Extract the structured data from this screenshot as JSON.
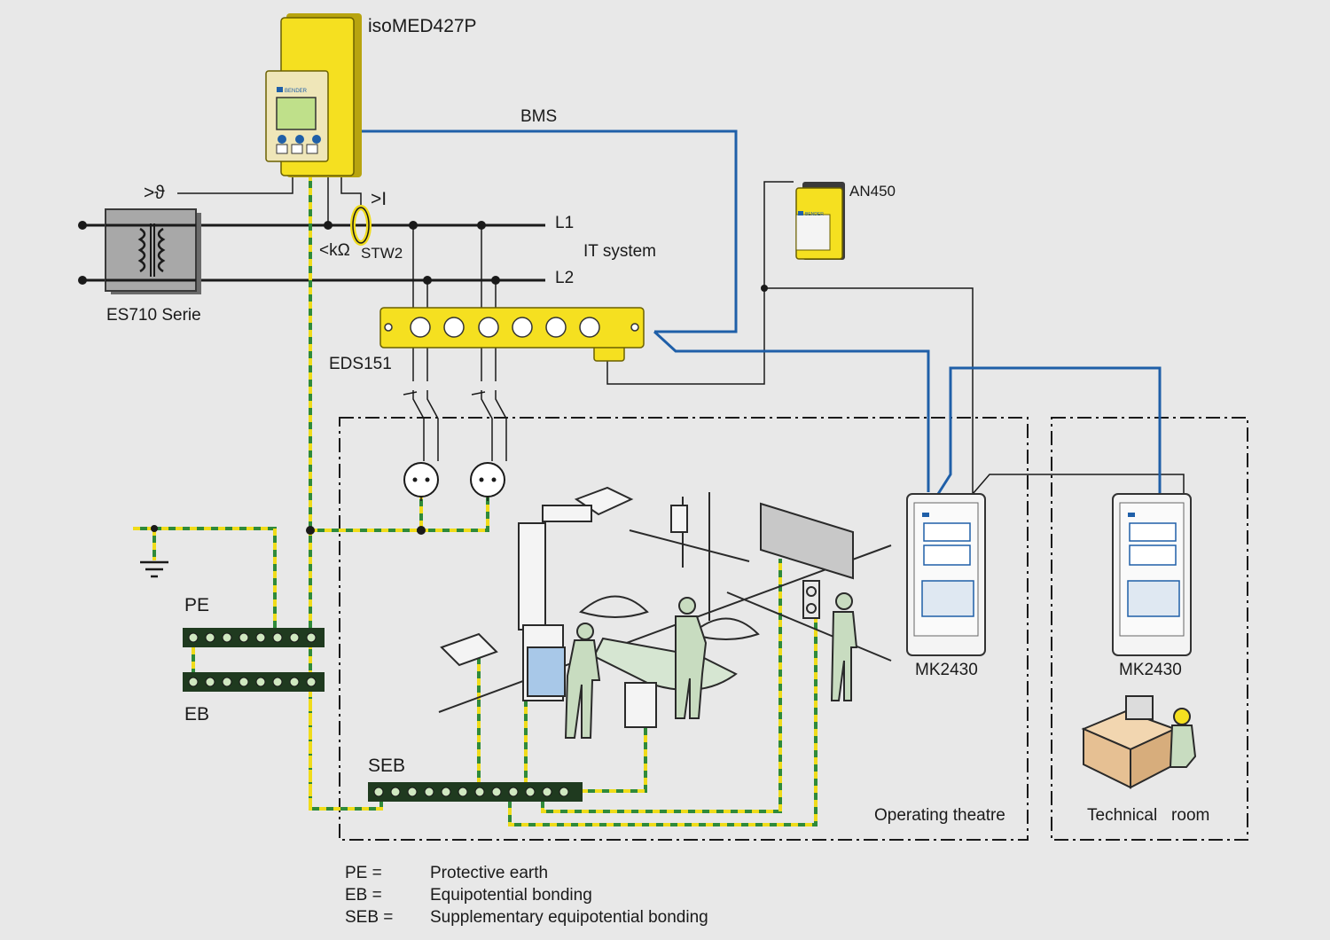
{
  "labels": {
    "isomed": "isoMED427P",
    "bms": "BMS",
    "an450": "AN450",
    "temp": ">ϑ",
    "current": ">I",
    "kohm": "<kΩ",
    "stw2": "STW2",
    "l1": "L1",
    "l2": "L2",
    "it_system": "IT system",
    "es710": "ES710 Serie",
    "eds151": "EDS151",
    "pe": "PE",
    "eb": "EB",
    "seb": "SEB",
    "mk2430_a": "MK2430",
    "mk2430_b": "MK2430",
    "operating_theatre": "Operating theatre",
    "technical_room": "Technical   room",
    "bender_small": "BENDER",
    "bender_an": "BENDER"
  },
  "legend": [
    {
      "abbr": "PE =",
      "text": "Protective earth"
    },
    {
      "abbr": "EB =",
      "text": "Equipotential bonding"
    },
    {
      "abbr": "SEB =",
      "text": "Supplementary equipotential bonding"
    }
  ],
  "colors": {
    "background": "#e8e8e8",
    "device_yellow": "#f5e020",
    "bus_blue": "#1f5fa8",
    "pe_green": "#2f8a3a",
    "pe_yellow": "#f0dc1a",
    "line_black": "#1a1a1a",
    "panel_white": "#f4f4f4",
    "transformer_grey": "#9a9a9a"
  }
}
